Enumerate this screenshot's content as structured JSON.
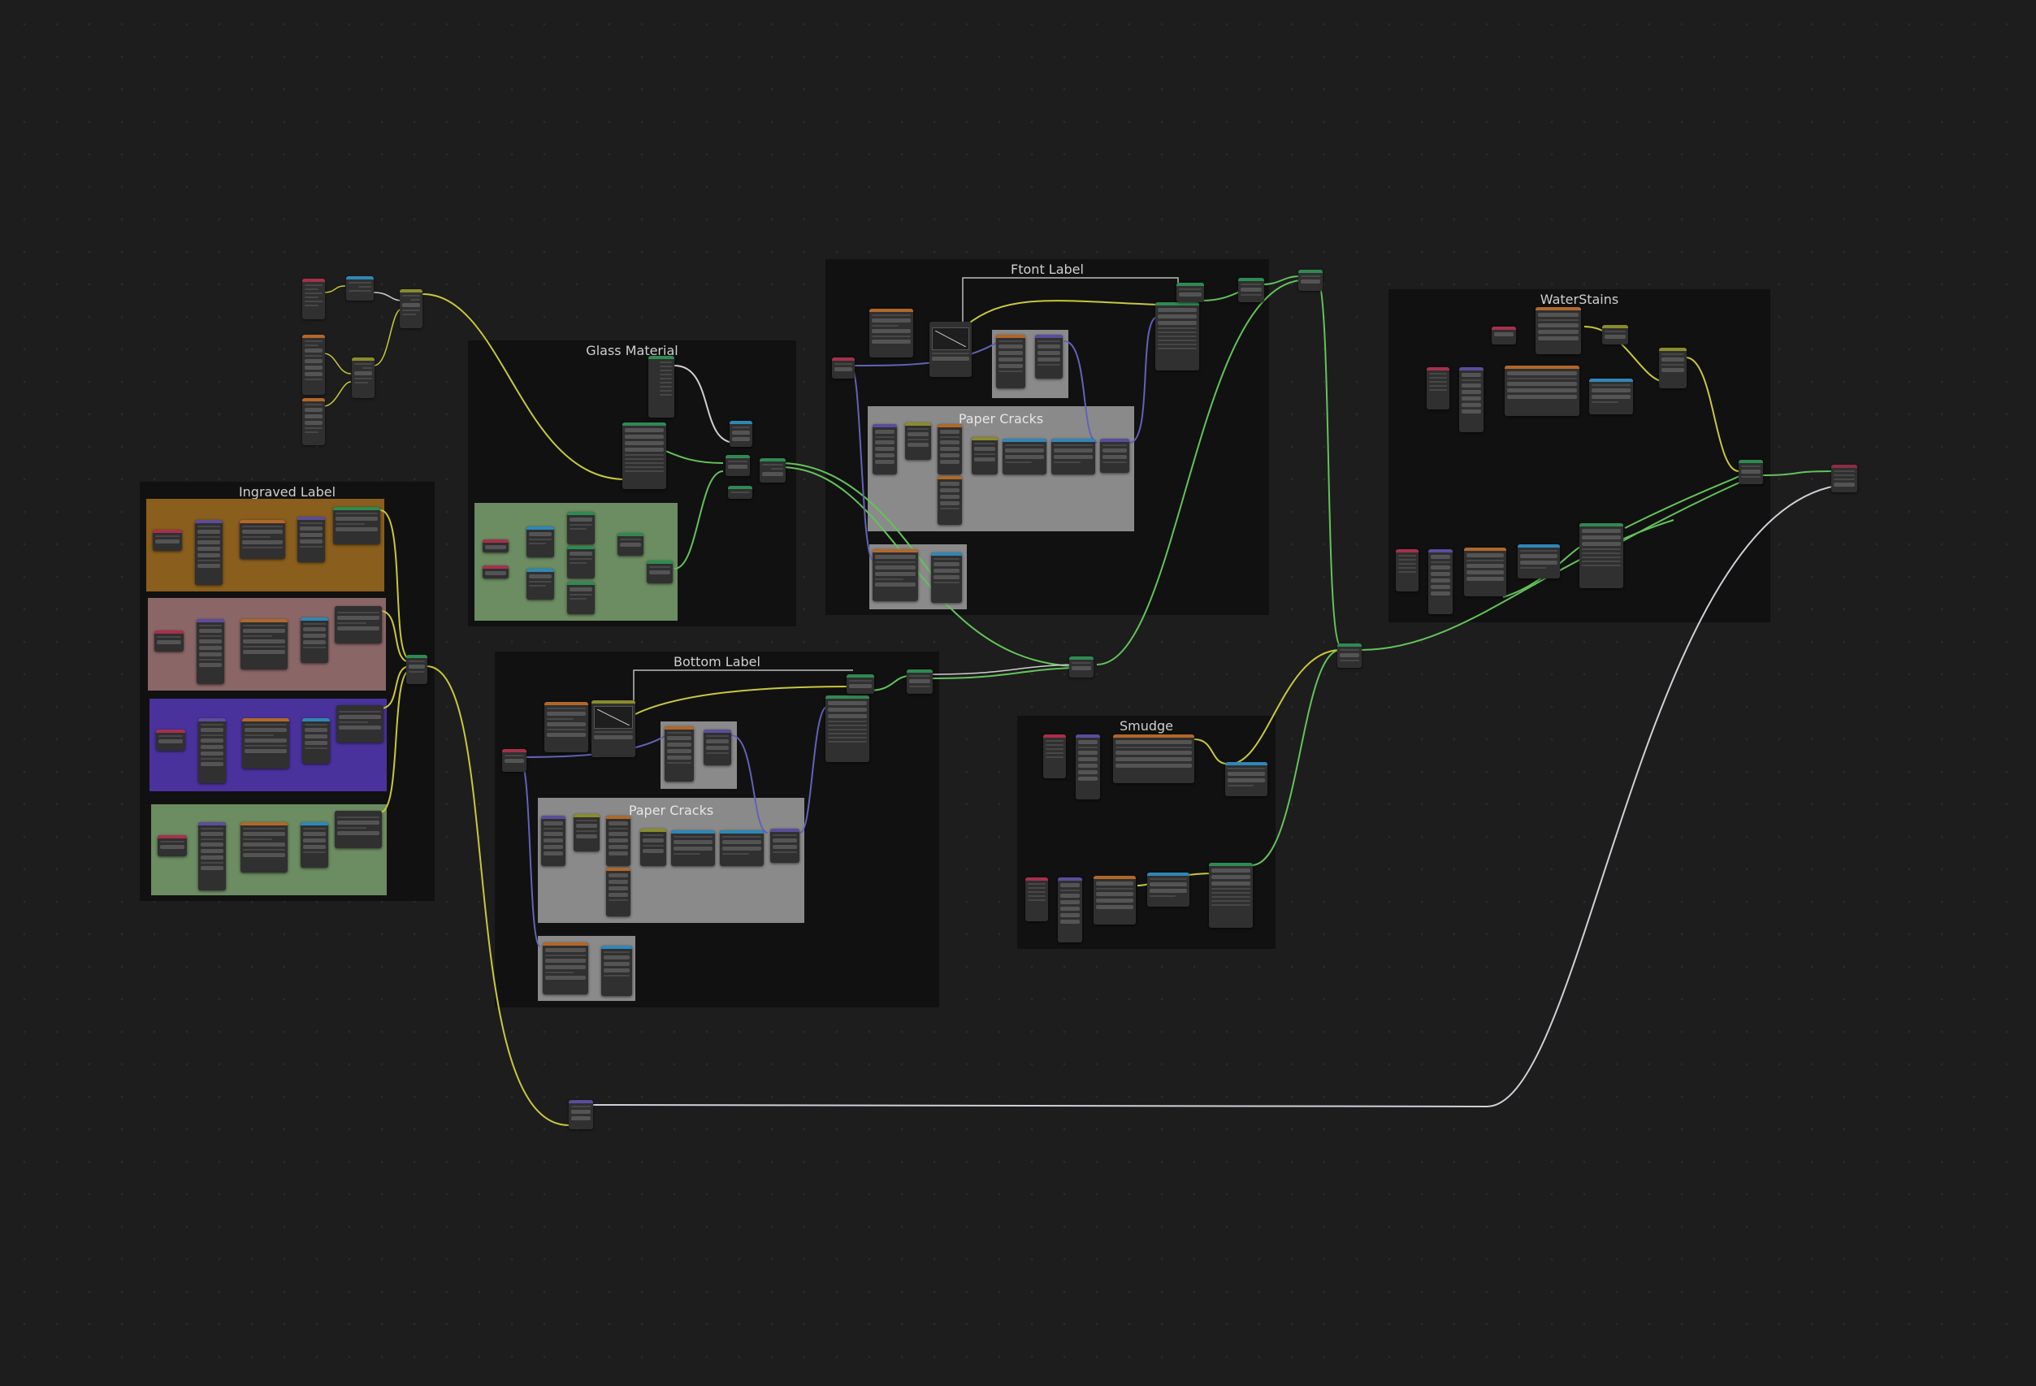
{
  "editor": {
    "title": "Shader Editor"
  },
  "frames": {
    "ingraved_label": {
      "label": "Ingraved Label"
    },
    "glass_material": {
      "label": "Glass Material"
    },
    "front_label": {
      "label": "Ftont Label"
    },
    "bottom_label": {
      "label": "Bottom Label"
    },
    "smudge": {
      "label": "Smudge"
    },
    "water_stains": {
      "label": "WaterStains"
    },
    "front_paper_cracks": {
      "label": "Paper Cracks"
    },
    "bottom_paper_cracks": {
      "label": "Paper Cracks"
    }
  },
  "colors": {
    "background": "#1d1d1d",
    "frame": "#111111",
    "wire_yellow": "#c9c93a",
    "wire_green": "#63c35a",
    "wire_white": "#d0d0d8",
    "wire_purple": "#6262b8",
    "wire_grey": "#a8a8a8",
    "sub_orange": "#8a5e1c",
    "sub_pink": "#8b6666",
    "sub_purple": "#4a329c",
    "sub_green": "#6c8c62",
    "sub_grey": "#8a8a8a",
    "node_body": "#303030",
    "header_input": "#a6304a",
    "header_vector": "#5a4d9c",
    "header_texture": "#b0682a",
    "header_converter": "#2f87b6",
    "header_shader": "#2f8a52",
    "header_color": "#8b8b2b",
    "header_output": "#8a2e45"
  }
}
